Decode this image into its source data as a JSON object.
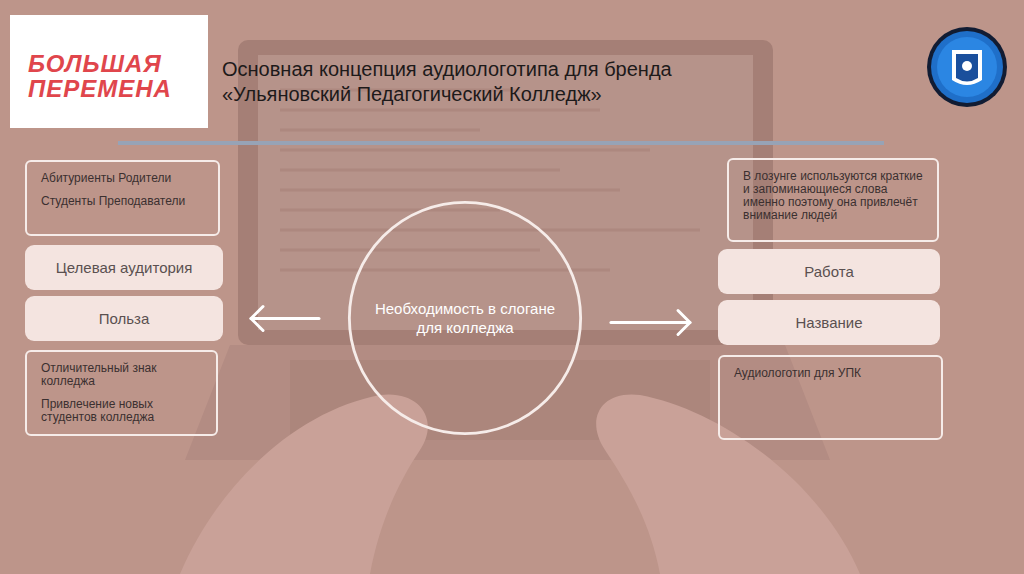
{
  "diagram": {
    "title": "Основная концепция аудиологотипа для бренда «Ульяновский Педагогический Колледж»",
    "nodes": [
      {
        "text": [
          "БОЛЬШАЯ ПЕРЕМЕНА"
        ]
      },
      {
        "text": [
          "Абитуриенты Родители",
          "Студенты Преподаватели"
        ]
      },
      {
        "text": [
          "Целевая аудитория"
        ]
      },
      {
        "text": [
          "Польза"
        ]
      },
      {
        "text": [
          "Отличительный знак колледжа",
          "Привлечение новых студентов колледжа"
        ]
      },
      {
        "text": [
          "Необходимость в слогане для колледжа"
        ]
      },
      {
        "text": [
          "В лозунге используются краткие и запоминающиеся слова именно поэтому она привлечёт внимание людей"
        ]
      },
      {
        "text": [
          "Работа"
        ]
      },
      {
        "text": [
          "Название"
        ]
      },
      {
        "text": [
          "Аудиологотип для УПК"
        ]
      }
    ],
    "edges": [
      {
        "from": 5,
        "to": 3,
        "arrow": "to"
      },
      {
        "from": 5,
        "to": 8,
        "arrow": "to"
      }
    ]
  }
}
